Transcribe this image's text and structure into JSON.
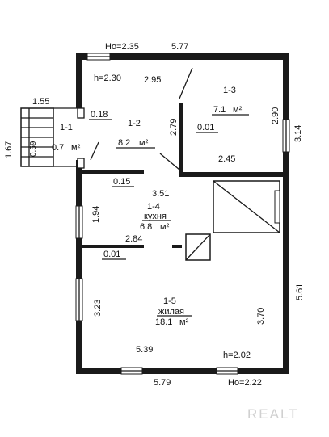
{
  "heights": {
    "ho_top": "Ho=2.35",
    "h_room": "h=2.30",
    "h_bottom": "h=2.02",
    "ho_bottom": "Ho=2.22"
  },
  "dimensions": {
    "top_total": "5.77",
    "r12_width": "2.95",
    "r12_depth": "2.79",
    "r13_depth": "2.90",
    "east_upper": "3.14",
    "r13_width": "2.45",
    "r12_wall": "0.01",
    "porch_width": "1.55",
    "porch_depth": "1.67",
    "porch_inner": "0.59",
    "door_wall": "0.18",
    "partition_a": "0.15",
    "kitchen_width": "3.51",
    "kitchen_depth": "1.94",
    "partition_b_length": "2.84",
    "partition_b": "0.01",
    "r15_west": "3.23",
    "r15_east": "3.70",
    "east_total": "5.61",
    "r15_width": "5.39",
    "bottom_total": "5.79"
  },
  "rooms": [
    {
      "id": "1-1",
      "area": "0.7",
      "unit": "м²",
      "label": ""
    },
    {
      "id": "1-2",
      "area": "8.2",
      "unit": "м²",
      "label": ""
    },
    {
      "id": "1-3",
      "area": "7.1",
      "unit": "м²",
      "label": ""
    },
    {
      "id": "1-4",
      "area": "6.8",
      "unit": "м²",
      "label": "кухня"
    },
    {
      "id": "1-5",
      "area": "18.1",
      "unit": "м²",
      "label": "жилая"
    }
  ],
  "watermark": "REALT"
}
